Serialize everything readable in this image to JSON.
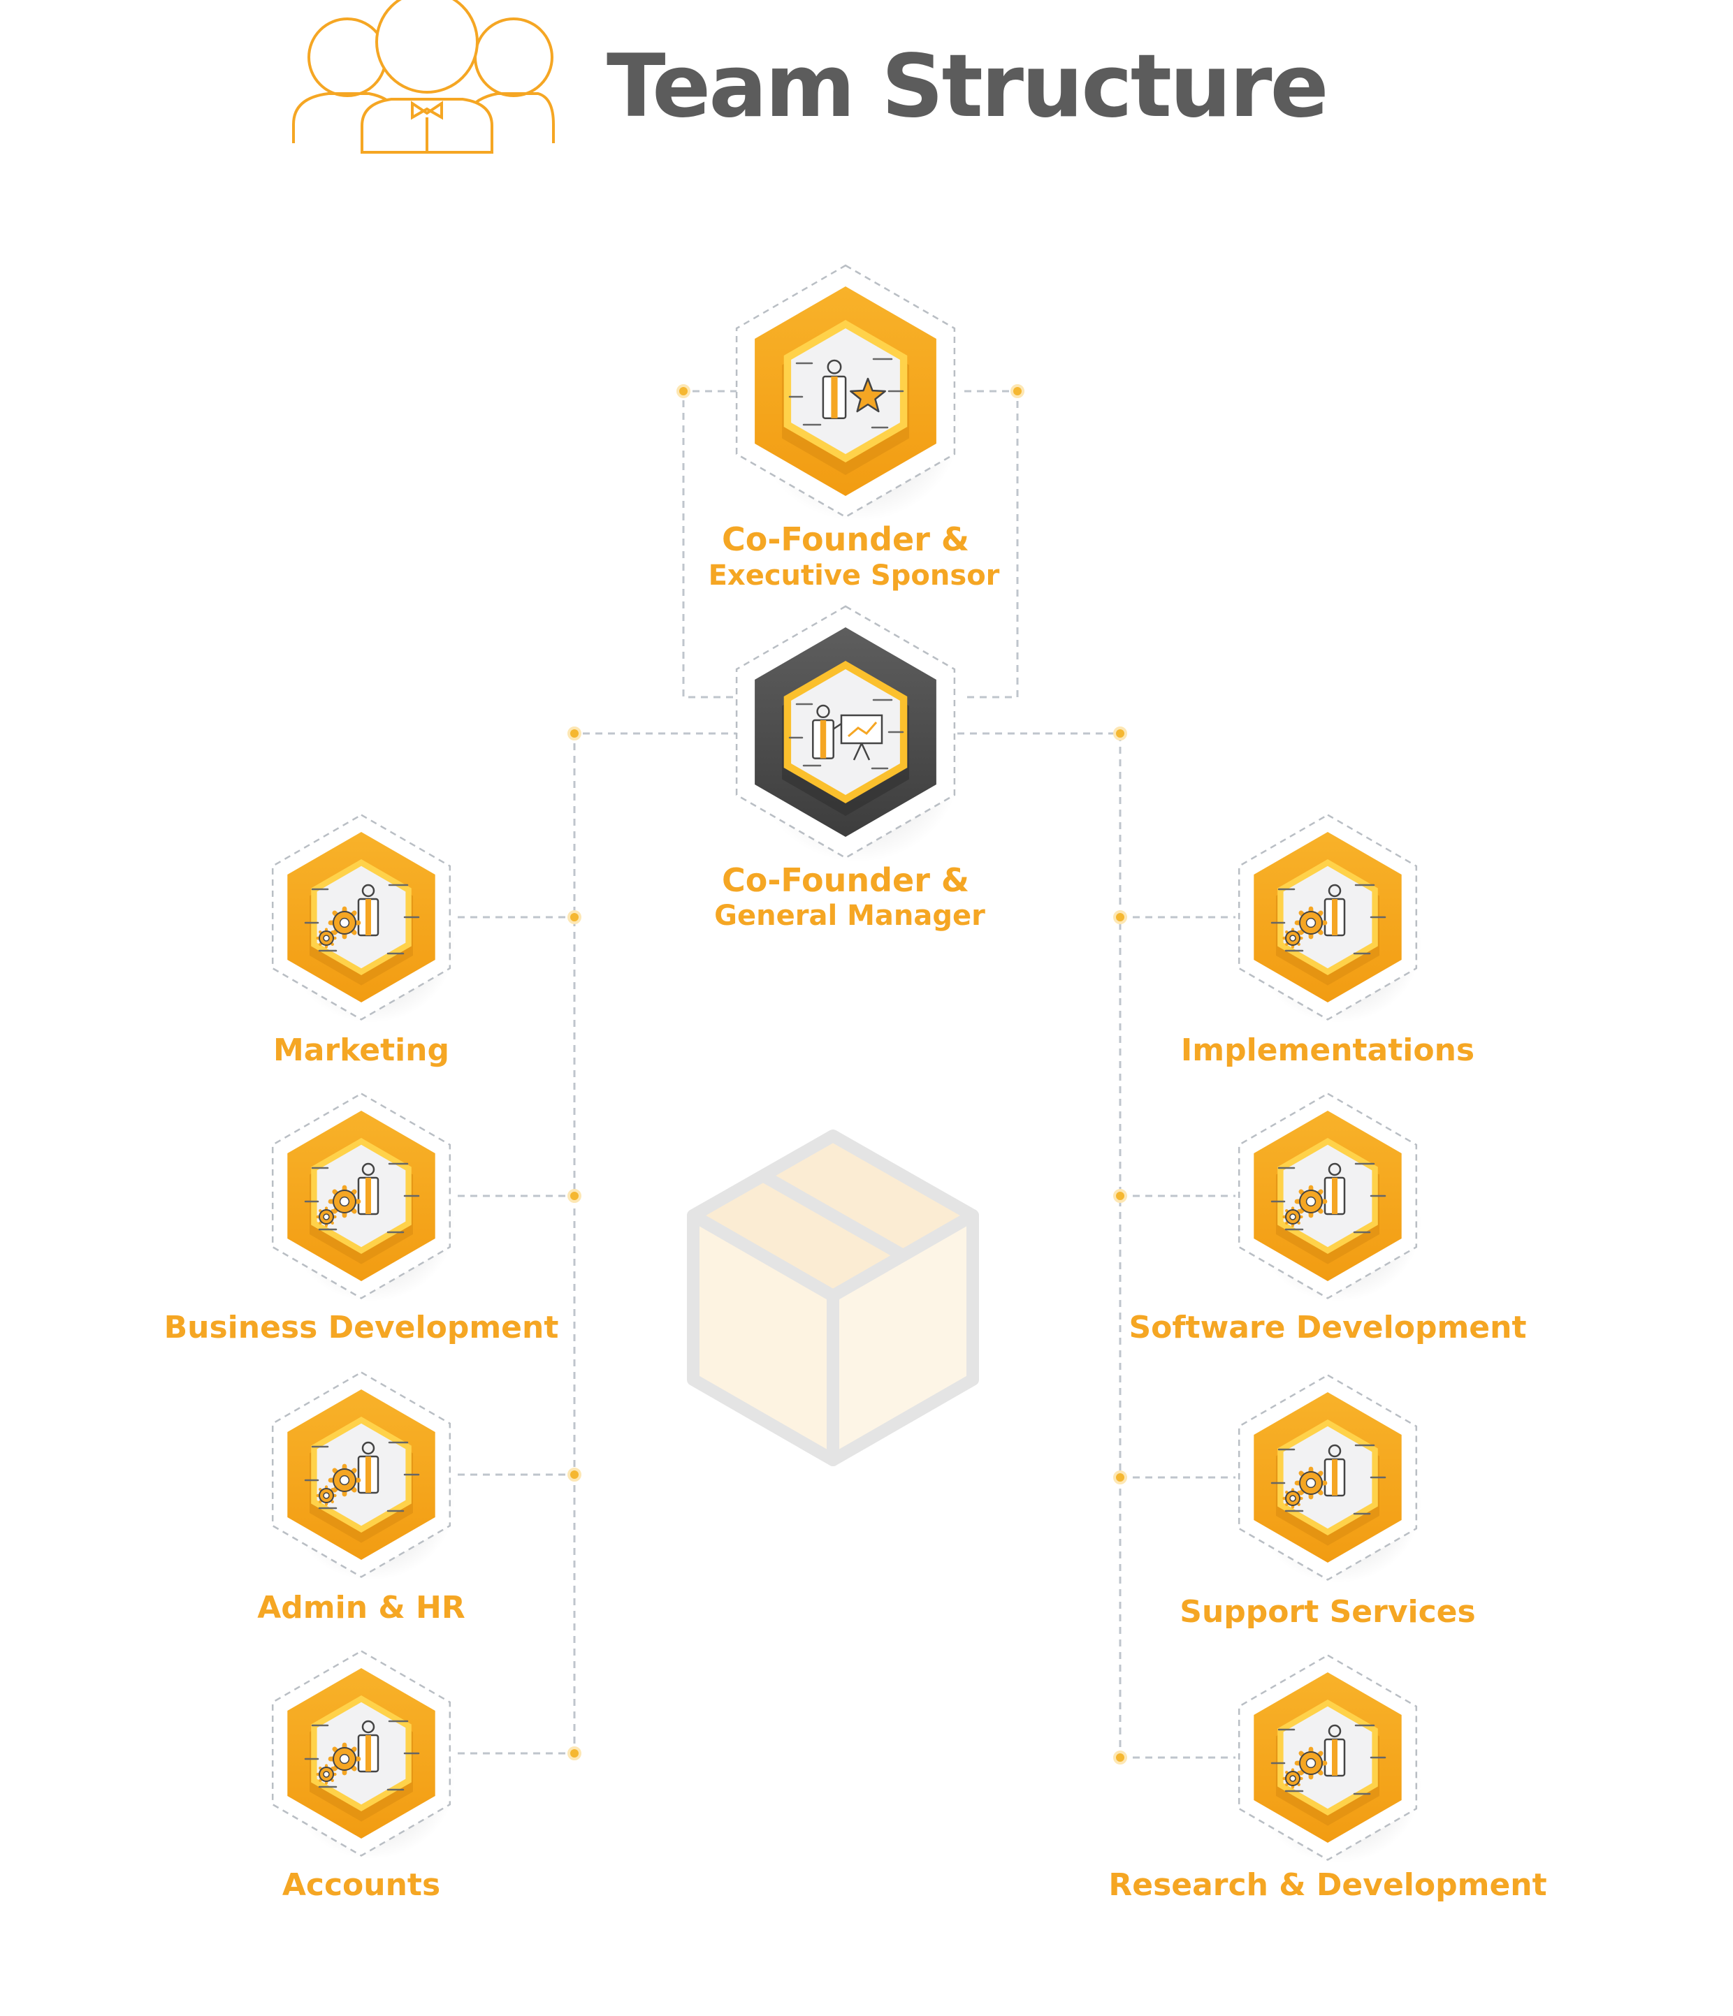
{
  "title": "Team Structure",
  "colors": {
    "accent": "#f5a623",
    "accent_dark": "#d98a10",
    "title_gray": "#5c5c5c",
    "dark_hex": "#555555",
    "connector": "#bfc5cc",
    "dot": "#f5b731"
  },
  "icons": {
    "header": "team-people-icon",
    "executive": "person-star-icon",
    "manager": "person-presentation-icon",
    "department": "person-gears-icon",
    "watermark": "box-icon"
  },
  "nodes": {
    "executive_sponsor": {
      "line1": "Co-Founder &",
      "line2": "Executive Sponsor"
    },
    "general_manager": {
      "line1": "Co-Founder &",
      "line2": "General Manager"
    }
  },
  "departments_left": [
    {
      "label": "Marketing"
    },
    {
      "label": "Business Development"
    },
    {
      "label": "Admin & HR"
    },
    {
      "label": "Accounts"
    }
  ],
  "departments_right": [
    {
      "label": "Implementations"
    },
    {
      "label": "Software Development"
    },
    {
      "label": "Support Services"
    },
    {
      "label": "Research & Development"
    }
  ]
}
